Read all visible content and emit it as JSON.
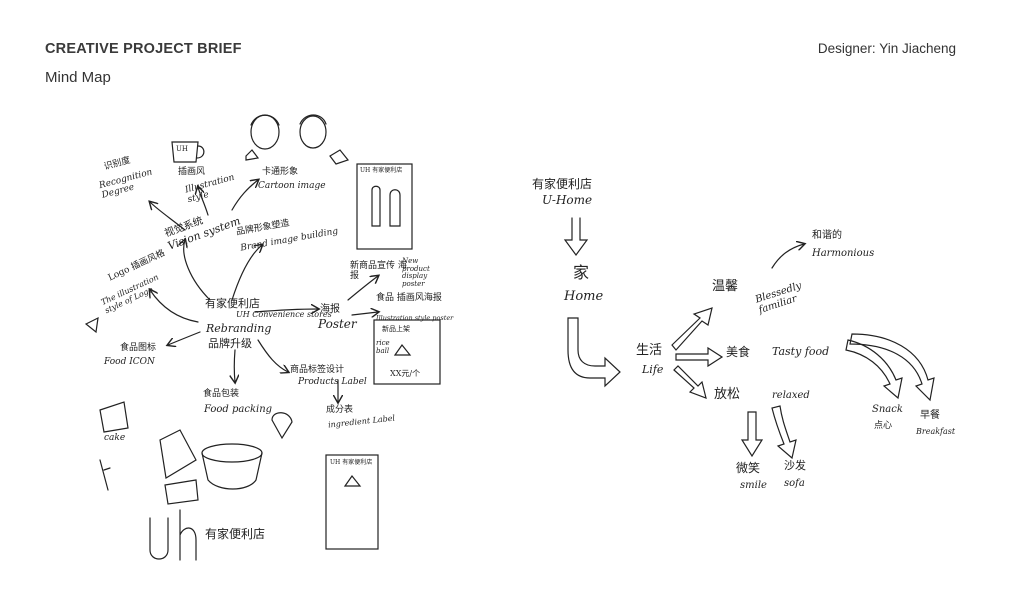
{
  "header": {
    "title": "CREATIVE PROJECT BRIEF",
    "subtitle": "Mind Map",
    "designer": "Designer: Yin Jiacheng"
  },
  "left_map": {
    "center_cn": "有家便利店",
    "center_en": "UH Convenience stores",
    "rebranding_en": "Rebranding",
    "rebranding_cn": "品牌升级",
    "vision_cn": "视觉系统",
    "vision_en": "Vision system",
    "recognition_cn": "识别度",
    "recognition_en": "Recognition Degree",
    "illustration_cn": "插画风",
    "illustration_en": "Illustration style",
    "cartoon_cn": "卡通形象",
    "cartoon_en": "Cartoon image",
    "brand_building_cn": "品牌形象塑造",
    "brand_building_en": "Brand image building",
    "logo_cn": "Logo 插画风格",
    "logo_en": "The illustration style of Logo",
    "food_icon_cn": "食品图标",
    "food_icon_en": "Food ICON",
    "poster_cn": "海报",
    "poster_en": "Poster",
    "new_product_cn": "新商品宣传 海报",
    "new_product_en": "New product display poster",
    "food_poster_cn": "食品 插画风海报",
    "food_poster_en": "Illustration style poster",
    "food_packing_cn": "食品包装",
    "food_packing_en": "Food packing",
    "product_label_cn": "商品标签设计",
    "product_label_en": "Products Label",
    "ingredient_cn": "成分表",
    "ingredient_en": "ingredient Label",
    "cake": "cake",
    "rice_ball": "rice ball",
    "logo_signature": "有家便利店",
    "mug_text": "UH",
    "poster_sketch_title": "UH 有家便利店",
    "poster_sketch_price": "XX元/个",
    "poster_sketch_new": "新品上架",
    "label_sketch_title": "UH 有家便利店"
  },
  "right_map": {
    "store_cn": "有家便利店",
    "store_en": "U-Home",
    "home_cn": "家",
    "home_en": "Home",
    "life_cn": "生活",
    "life_en": "Life",
    "warm_cn": "温馨",
    "warm_en": "Blessedly familiar",
    "harmonious_cn": "和谐的",
    "harmonious_en": "Harmonious",
    "food_cn": "美食",
    "food_en": "Tasty food",
    "relax_cn": "放松",
    "relax_en": "relaxed",
    "smile_cn": "微笑",
    "smile_en": "smile",
    "sofa_cn": "沙发",
    "sofa_en": "sofa",
    "snack_en": "Snack",
    "snack_cn": "点心",
    "breakfast_cn": "早餐",
    "breakfast_en": "Breakfast"
  }
}
